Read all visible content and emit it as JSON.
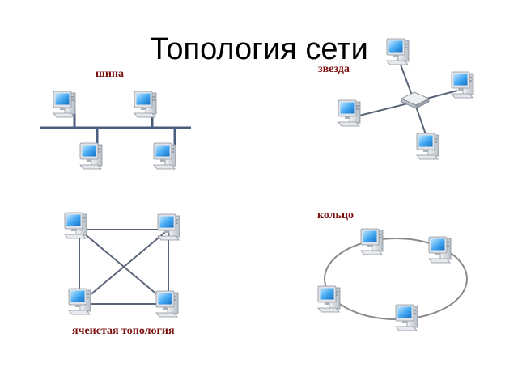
{
  "title": "Топология сети",
  "labels": {
    "bus": "шина",
    "star": "звезда",
    "ring": "кольцо",
    "mesh": "ячеистая топология"
  },
  "colors": {
    "title": "#000000",
    "label": "#7a1010",
    "bus_line": "#4a5e80",
    "cable": "#5a6478",
    "ring_line": "#8a8a8a",
    "screen": "#3fa6f0",
    "case": "#d9dde2"
  },
  "icons": {
    "computer": "computer-icon",
    "hub": "network-hub-icon"
  }
}
